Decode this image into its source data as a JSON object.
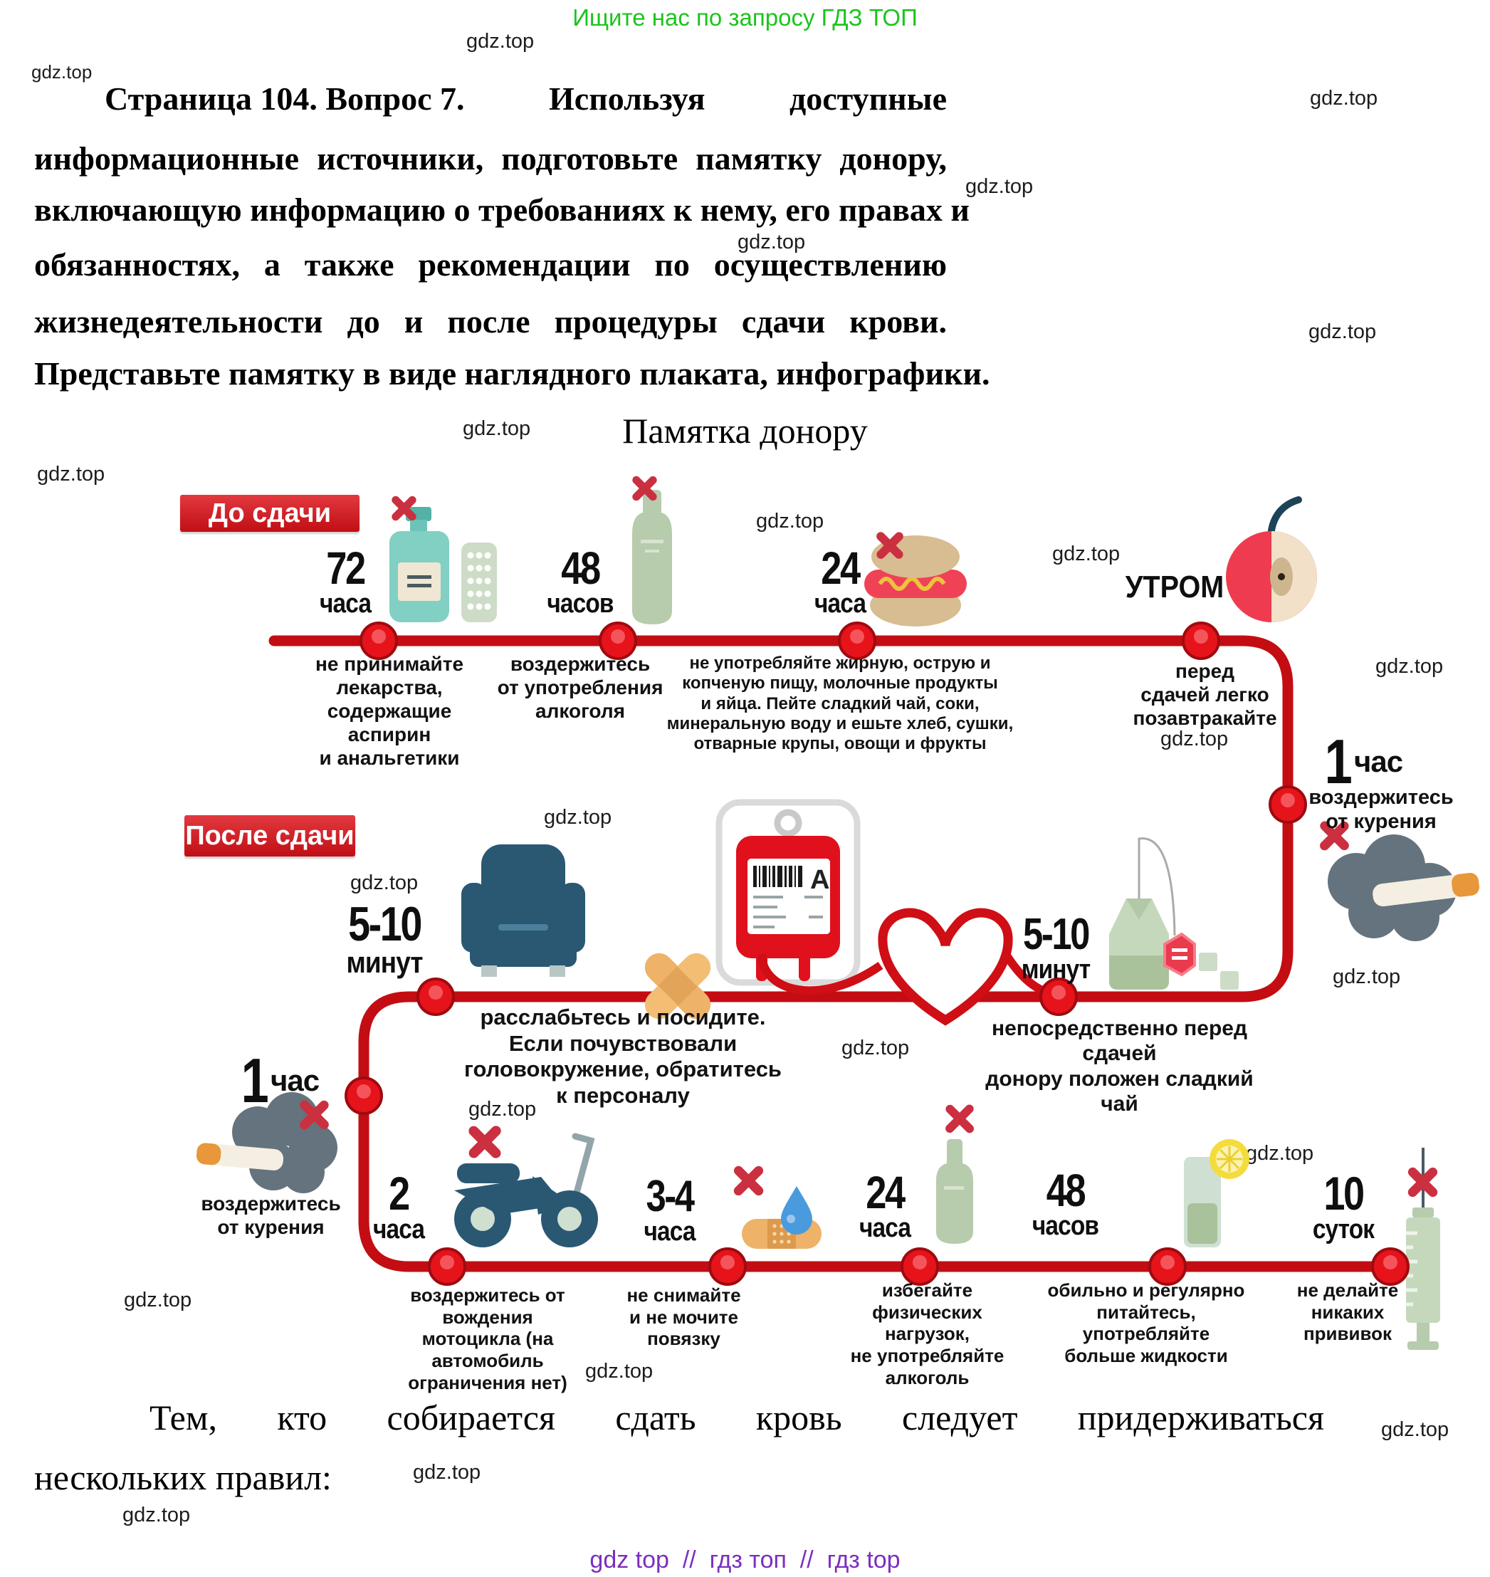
{
  "header": {
    "promo": "Ищите нас по запросу ГДЗ ТОП"
  },
  "watermark": {
    "label": "gdz.top"
  },
  "question": {
    "l1_parts": [
      "Страница 104. Вопрос 7.",
      "Используя",
      "доступные"
    ],
    "l2": "информационные источники, подготовьте памятку донору,",
    "l3": "включающую информацию о требованиях к нему, его правах и",
    "l4": "обязанностях, а также рекомендации по осуществлению",
    "l5": "жизнедеятельности до и после процедуры сдачи крови.",
    "l6": "Представьте памятку в виде наглядного плаката, инфографики."
  },
  "title": "Памятка донору",
  "infographic": {
    "before_label": "До сдачи",
    "after_label": "После сдачи",
    "morning_label": "УТРОМ",
    "blood_bag_label": "А",
    "colors": {
      "timeline_red": "#c30d13",
      "label_red": "#d8232b"
    },
    "s72": {
      "time": "72",
      "unit": "часа",
      "caption": [
        "не принимайте",
        "лекарства,",
        "содержащие",
        "аспирин",
        "и анальгетики"
      ]
    },
    "s48": {
      "time": "48",
      "unit": "часов",
      "caption": [
        "воздержитесь",
        "от употребления",
        "алкоголя"
      ]
    },
    "s24": {
      "time": "24",
      "unit": "часа",
      "caption": [
        "не употребляйте жирную, острую и",
        "копченую пищу, молочные продукты",
        "и яйца. Пейте сладкий чай, соки,",
        "минеральную воду и ешьте хлеб, сушки,",
        "отварные крупы, овощи и фрукты"
      ]
    },
    "morning": {
      "caption": [
        "перед",
        "сдачей легко",
        "позавтракайте"
      ]
    },
    "smoke1": {
      "time": "1",
      "unit": "час",
      "caption": [
        "воздержитесь",
        "от курения"
      ]
    },
    "sit": {
      "time": "5-10",
      "unit": "минут",
      "caption": [
        "расслабьтесь и посидите.",
        "Если почувствовали",
        "головокружение, обратитесь",
        "к персоналу"
      ]
    },
    "tea": {
      "time": "5-10",
      "unit": "минут",
      "caption": [
        "непосредственно перед сдачей",
        "донору положен сладкий чай"
      ]
    },
    "smoke2": {
      "time": "1",
      "unit": "час",
      "caption": [
        "воздержитесь",
        "от курения"
      ]
    },
    "moto": {
      "time": "2",
      "unit": "часа",
      "caption": [
        "воздержитесь от вождения",
        "мотоцикла (на автомобиль",
        "ограничения нет)"
      ]
    },
    "bandage": {
      "time": "3-4",
      "unit": "часа",
      "caption": [
        "не снимайте",
        "и не мочите",
        "повязку"
      ]
    },
    "load": {
      "time": "24",
      "unit": "часа",
      "caption": [
        "избегайте",
        "физических нагрузок,",
        "не употребляйте",
        "алкоголь"
      ]
    },
    "drink": {
      "time": "48",
      "unit": "часов",
      "caption": [
        "обильно и регулярно",
        "питайтесь,",
        "употребляйте",
        "больше жидкости"
      ]
    },
    "vaccine": {
      "time": "10",
      "unit": "суток",
      "caption": [
        "не делайте",
        "никаких",
        "прививок"
      ]
    }
  },
  "closing": {
    "words": [
      "Тем,",
      "кто",
      "собирается",
      "сдать",
      "кровь",
      "следует",
      "придерживаться"
    ],
    "l2": "нескольких правил:"
  },
  "footer": "gdz top  //  гдз топ  //  гдз top"
}
